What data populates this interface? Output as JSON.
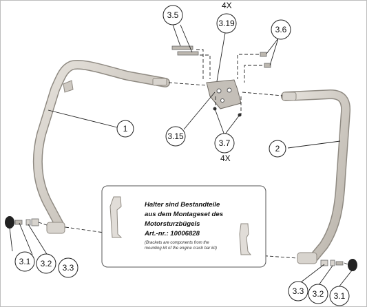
{
  "callouts": {
    "c3_5": "3.5",
    "c3_19": "3.19",
    "c3_6": "3.6",
    "c3_15": "3.15",
    "c3_7": "3.7",
    "c1": "1",
    "c2": "2",
    "c3_1_left": "3.1",
    "c3_2_left": "3.2",
    "c3_3_left": "3.3",
    "c3_3_right": "3.3",
    "c3_2_right": "3.2",
    "c3_1_right": "3.1"
  },
  "quantities": {
    "top": "4X",
    "bottom": "4X"
  },
  "note": {
    "line1": "Halter sind Bestandteile",
    "line2": "aus dem Montageset des",
    "line3": "Motorsturzbügels",
    "article": "Art.-nr.: 10006828",
    "english1": "(Brackets are components from the",
    "english2": "mounting kit of the engine crash bar kit)"
  }
}
